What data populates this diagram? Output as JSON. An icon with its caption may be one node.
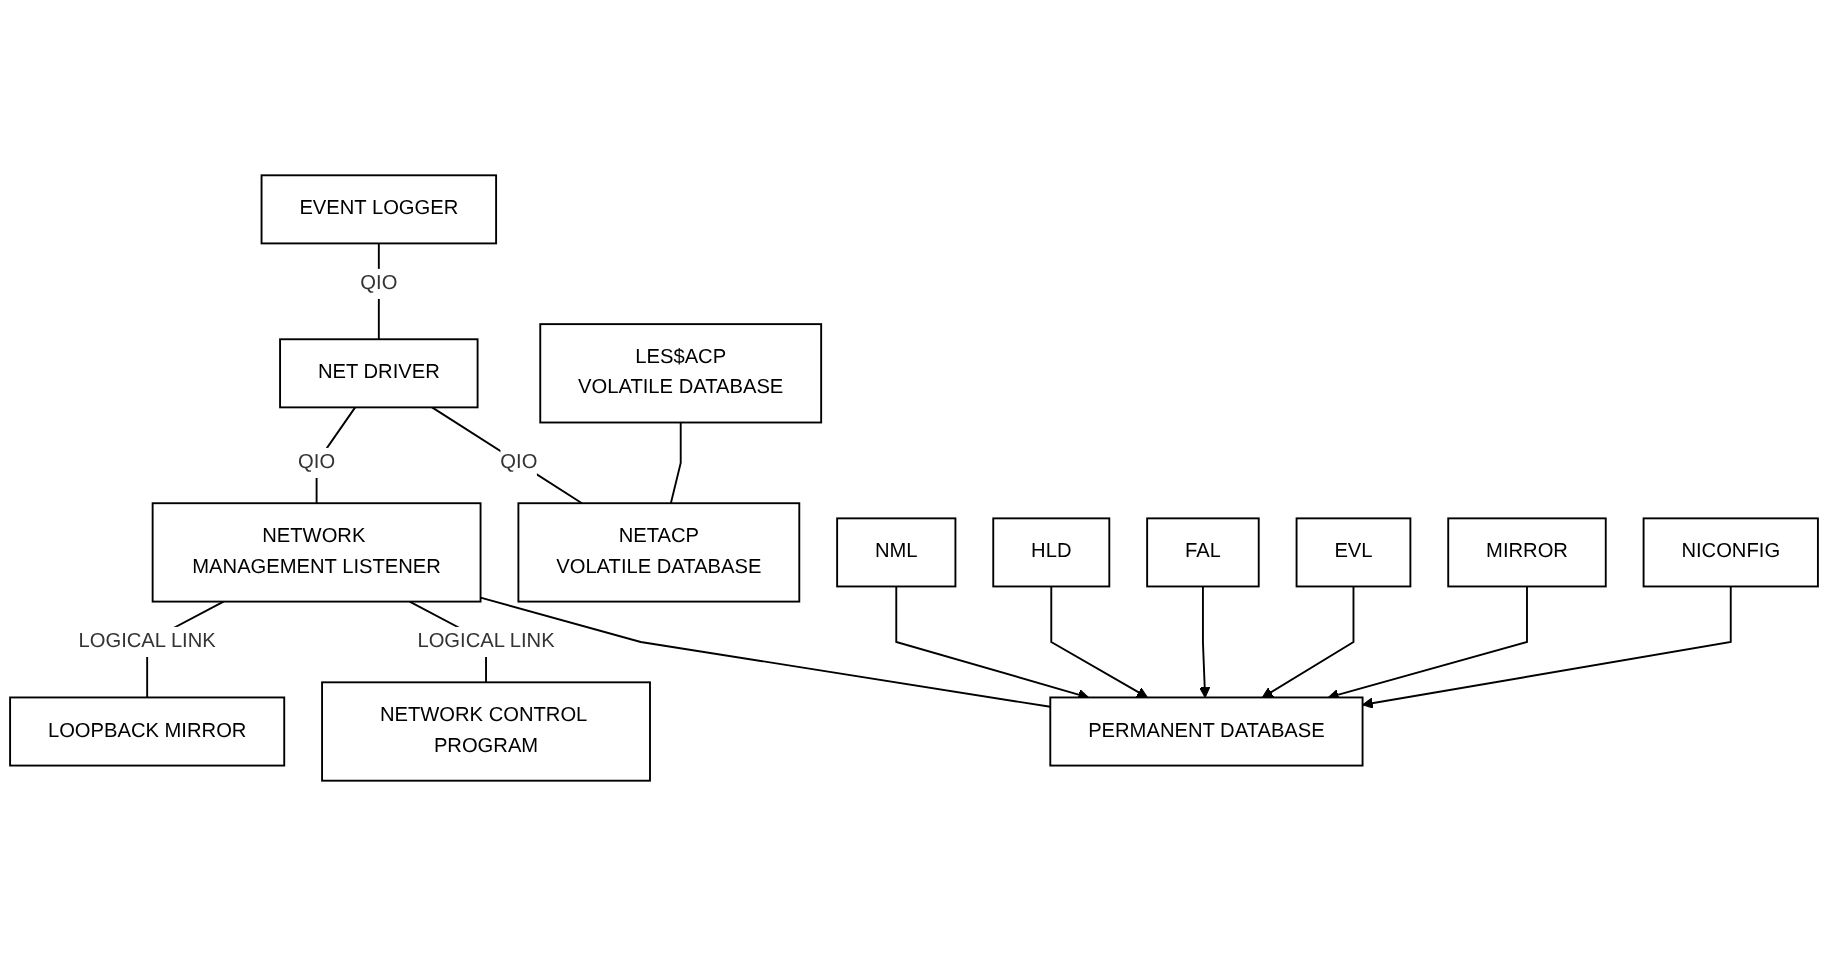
{
  "diagram": {
    "nodes": [
      {
        "text": [
          "EVENT LOGGER"
        ]
      },
      {
        "text": [
          "LOOPBACK MIRROR"
        ]
      },
      {
        "text": [
          "NET DRIVER"
        ]
      },
      {
        "text": [
          "NETWORK MANAGEMENT LISTENER"
        ]
      },
      {
        "text": [
          "NETWORK CONTROL PROGRAM"
        ]
      },
      {
        "text": [
          "LES$ACP",
          "VOLATILE DATABASE"
        ]
      },
      {
        "text": [
          "NETACP",
          "VOLATILE DATABASE"
        ]
      },
      {
        "text": [
          "PERMANENT DATABASE"
        ]
      },
      {
        "text": [
          "NML"
        ]
      },
      {
        "text": [
          "HLD"
        ]
      },
      {
        "text": [
          "FAL"
        ]
      },
      {
        "text": [
          "EVL"
        ]
      },
      {
        "text": [
          "MIRROR"
        ]
      },
      {
        "text": [
          "NICONFIG"
        ]
      }
    ],
    "edges": [
      {
        "from": 0,
        "to": 2,
        "arrow": "none",
        "label": "QIO"
      },
      {
        "from": 2,
        "to": 3,
        "arrow": "none",
        "label": "QIO"
      },
      {
        "from": 2,
        "to": 6,
        "arrow": "none",
        "label": "QIO"
      },
      {
        "from": 3,
        "to": 1,
        "arrow": "none",
        "label": "LOGICAL LINK"
      },
      {
        "from": 3,
        "to": 4,
        "arrow": "none",
        "label": "LOGICAL LINK"
      },
      {
        "from": 3,
        "to": 7,
        "arrow": "none"
      },
      {
        "from": 5,
        "to": 6,
        "arrow": "none"
      },
      {
        "from": 8,
        "to": 7,
        "arrow": "to"
      },
      {
        "from": 9,
        "to": 7,
        "arrow": "to"
      },
      {
        "from": 10,
        "to": 7,
        "arrow": "to"
      },
      {
        "from": 11,
        "to": 7,
        "arrow": "to"
      },
      {
        "from": 12,
        "to": 7,
        "arrow": "to"
      },
      {
        "from": 13,
        "to": 7,
        "arrow": "to"
      }
    ]
  }
}
